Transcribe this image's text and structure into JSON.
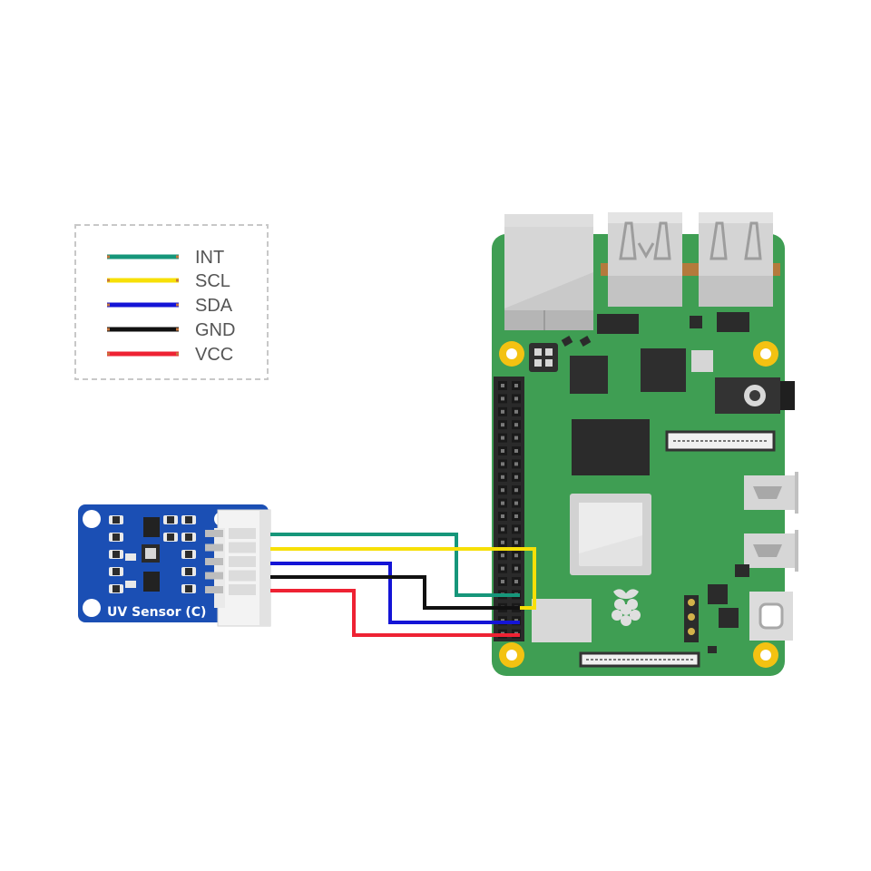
{
  "legend": {
    "items": [
      {
        "label": "INT",
        "color": "#16967a"
      },
      {
        "label": "SCL",
        "color": "#f7e007"
      },
      {
        "label": "SDA",
        "color": "#1414d6"
      },
      {
        "label": "GND",
        "color": "#111111"
      },
      {
        "label": "VCC",
        "color": "#ee2233"
      }
    ]
  },
  "sensor": {
    "label": "UV Sensor (C)",
    "pcb_color": "#1b4fb4"
  },
  "board": {
    "pcb_color": "#3f9e53",
    "hole_color": "#f3c212"
  },
  "wires": [
    "INT",
    "SCL",
    "SDA",
    "GND",
    "VCC"
  ]
}
